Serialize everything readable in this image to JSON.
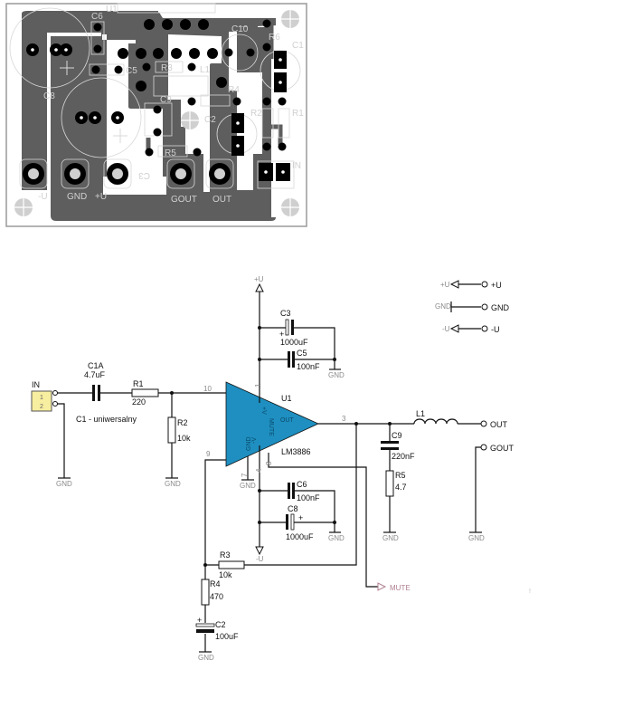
{
  "pcb": {
    "colors": {
      "board": "#5e5e5e",
      "background": "#ffffff",
      "pad": "#000000",
      "silkscreen": "#d8d8d8",
      "frame": "#9a9a9a"
    },
    "component_labels": [
      "U1",
      "C6",
      "C8",
      "C5",
      "C10",
      "R5",
      "C1",
      "R3",
      "L1",
      "C9",
      "R4",
      "C2",
      "R2",
      "R1",
      "R5",
      "C3"
    ],
    "labels": {
      "u1": "U1",
      "c6": "C6",
      "c8": "C8",
      "c5": "C5",
      "c10": "C10",
      "r6": "R6",
      "c1": "C1",
      "r3": "R3",
      "l1": "L1",
      "c9": "C9",
      "r4": "R4",
      "c2": "C2",
      "r2": "R2",
      "r1": "R1",
      "r5": "R5",
      "c3": "C3"
    },
    "terminals": {
      "minus_u": "-U",
      "gnd": "GND",
      "plus_u": "+U",
      "gout": "GOUT",
      "out": "OUT",
      "in": "IN"
    }
  },
  "schematic": {
    "colors": {
      "opamp_fill": "#1e8fc0",
      "connector_fill": "#f7eea0",
      "wire": "#111111",
      "gnd_label": "#8a8a8a",
      "mute_label": "#b08090"
    },
    "input": {
      "name": "IN",
      "pin1": "1",
      "pin2": "2",
      "gnd": "GND"
    },
    "c1a": {
      "name": "C1A",
      "value": "4.7uF",
      "note": "C1 - uniwersalny"
    },
    "r1": {
      "name": "R1",
      "value": "220"
    },
    "r2": {
      "name": "R2",
      "value": "10k",
      "gnd": "GND"
    },
    "opamp": {
      "ref": "U1",
      "part": "LM3886",
      "pins": {
        "in_plus": "10",
        "in_minus": "9",
        "v_plus": "1",
        "v_minus": "4",
        "out": "3",
        "gnd": "7",
        "mute": "8"
      },
      "pin_labels": {
        "v_plus": "+V",
        "v_minus": "-V",
        "gnd": "GND",
        "mute": "MUTE",
        "out": "OUT"
      },
      "gnd": "GND"
    },
    "supply_plus": {
      "label": "+U"
    },
    "supply_minus": {
      "label": "-U"
    },
    "c3": {
      "name": "C3",
      "value": "1000uF",
      "polarity": "+"
    },
    "c5": {
      "name": "C5",
      "value": "100nF",
      "gnd": "GND"
    },
    "c6": {
      "name": "C6",
      "value": "100nF"
    },
    "c8": {
      "name": "C8",
      "value": "1000uF",
      "polarity": "+",
      "gnd": "GND"
    },
    "r3": {
      "name": "R3",
      "value": "10k"
    },
    "r4": {
      "name": "R4",
      "value": "470"
    },
    "c2": {
      "name": "C2",
      "value": "100uF",
      "polarity": "+",
      "gnd": "GND"
    },
    "l1": {
      "name": "L1"
    },
    "c9": {
      "name": "C9",
      "value": "220nF"
    },
    "r5": {
      "name": "R5",
      "value": "4.7",
      "gnd": "GND"
    },
    "outputs": {
      "out": "OUT",
      "gout": "GOUT",
      "gout_gnd": "GND"
    },
    "mute": {
      "label": "MUTE"
    },
    "power_legend": [
      {
        "net": "+U",
        "pin": "+U"
      },
      {
        "net": "GND",
        "pin": "GND"
      },
      {
        "net": "-U",
        "pin": "-U"
      }
    ],
    "stray_mark": "!"
  }
}
